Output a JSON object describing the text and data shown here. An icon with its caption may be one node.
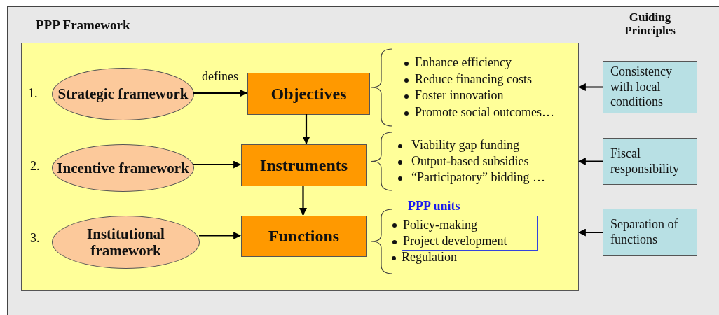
{
  "diagram": {
    "nodes": [
      {
        "text": [
          "PPP Framework"
        ]
      },
      {
        "text": [
          "Strategic framework"
        ],
        "in": 0
      },
      {
        "text": [
          "Objectives"
        ],
        "in": 0
      },
      {
        "text": [
          "Incentive framework"
        ],
        "in": 0
      },
      {
        "text": [
          "Instruments"
        ],
        "in": 0
      },
      {
        "text": [
          "Institutional framework"
        ],
        "in": 0
      },
      {
        "text": [
          "Functions"
        ],
        "in": 0
      },
      {
        "text": [
          "PPP units",
          "Policy-making",
          "Project development"
        ],
        "in": 0
      },
      {
        "text": [
          "Consistency with local conditions"
        ]
      },
      {
        "text": [
          "Fiscal responsibility"
        ]
      },
      {
        "text": [
          "Separation of functions"
        ]
      }
    ],
    "edges": [
      {
        "from": 1,
        "to": 2,
        "arrow": "to",
        "label": "defines"
      },
      {
        "from": 3,
        "to": 4,
        "arrow": "to"
      },
      {
        "from": 5,
        "to": 6,
        "arrow": "to"
      },
      {
        "from": 2,
        "to": 4,
        "arrow": "to"
      },
      {
        "from": 4,
        "to": 6,
        "arrow": "to"
      },
      {
        "from": 8,
        "to": 0,
        "arrow": "to"
      },
      {
        "from": 9,
        "to": 0,
        "arrow": "to"
      },
      {
        "from": 10,
        "to": 0,
        "arrow": "to"
      }
    ],
    "labels": [
      "Guiding Principles",
      "1.",
      "2.",
      "3.",
      "Enhance efficiency",
      "Reduce financing costs",
      "Foster innovation",
      "Promote social outcomes…",
      "Viability gap funding",
      "Output-based subsidies",
      "“Participatory” bidding …",
      "Regulation"
    ]
  }
}
